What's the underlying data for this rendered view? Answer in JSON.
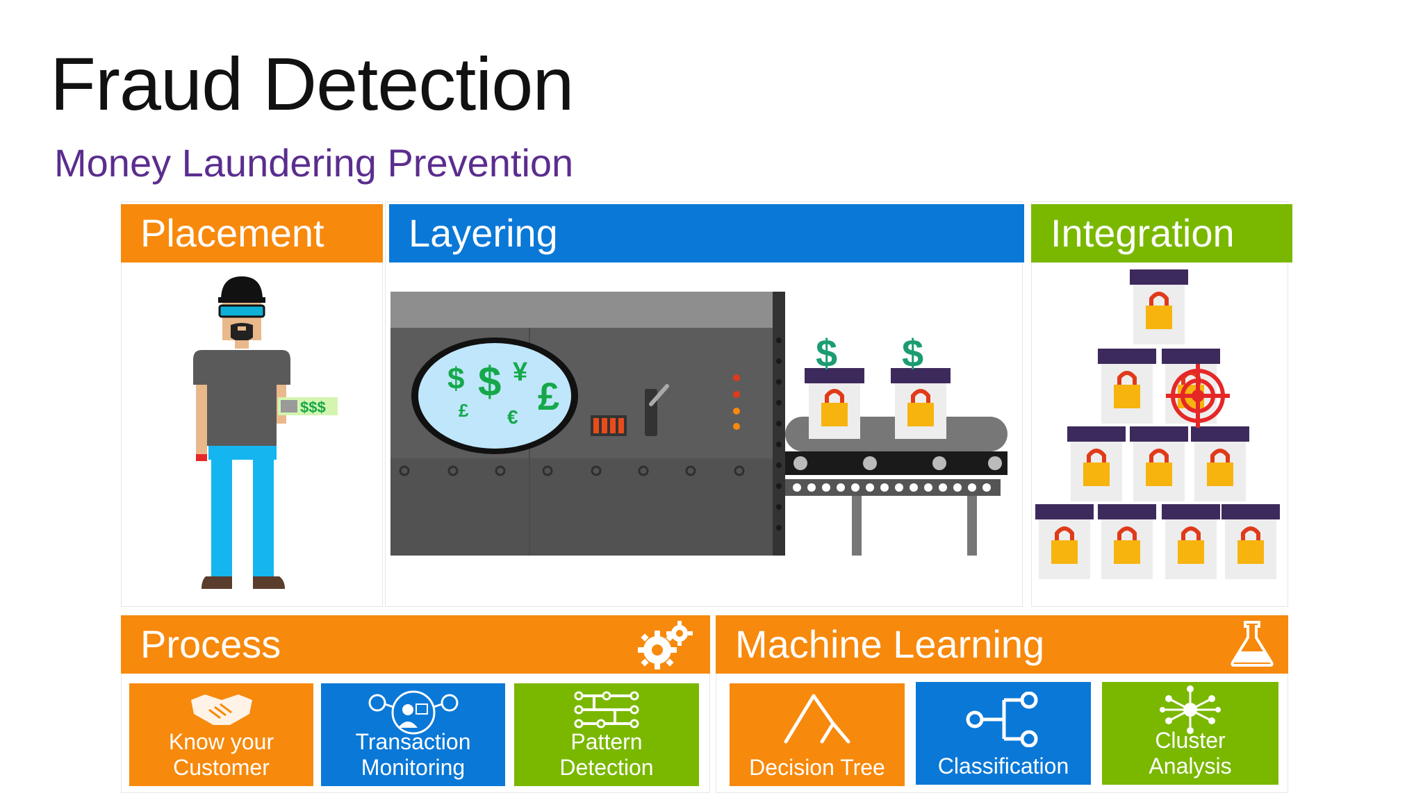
{
  "title": "Fraud Detection",
  "subtitle": "Money Laundering Prevention",
  "stages": [
    {
      "label": "Placement",
      "color": "#f7890c"
    },
    {
      "label": "Layering",
      "color": "#0a78d7"
    },
    {
      "label": "Integration",
      "color": "#7ab800"
    }
  ],
  "placement": {
    "cash_label": "$$$"
  },
  "layering": {
    "currency_symbols": [
      "$",
      "$",
      "¥",
      "£",
      "£",
      "€"
    ],
    "bin_symbol": "$"
  },
  "process": {
    "title": "Process",
    "icon": "gears-icon",
    "tiles": [
      {
        "label_line1": "Know your",
        "label_line2": "Customer",
        "icon": "handshake-icon",
        "color": "#f7890c"
      },
      {
        "label_line1": "Transaction",
        "label_line2": "Monitoring",
        "icon": "monitoring-icon",
        "color": "#0a78d7"
      },
      {
        "label_line1": "Pattern",
        "label_line2": "Detection",
        "icon": "circuit-icon",
        "color": "#7ab800"
      }
    ]
  },
  "machine_learning": {
    "title": "Machine Learning",
    "icon": "flask-icon",
    "tiles": [
      {
        "label": "Decision Tree",
        "icon": "tree-icon",
        "color": "#f7890c"
      },
      {
        "label": "Classification",
        "icon": "classification-icon",
        "color": "#0a78d7"
      },
      {
        "label_line1": "Cluster",
        "label_line2": "Analysis",
        "icon": "cluster-icon",
        "color": "#7ab800"
      }
    ]
  }
}
